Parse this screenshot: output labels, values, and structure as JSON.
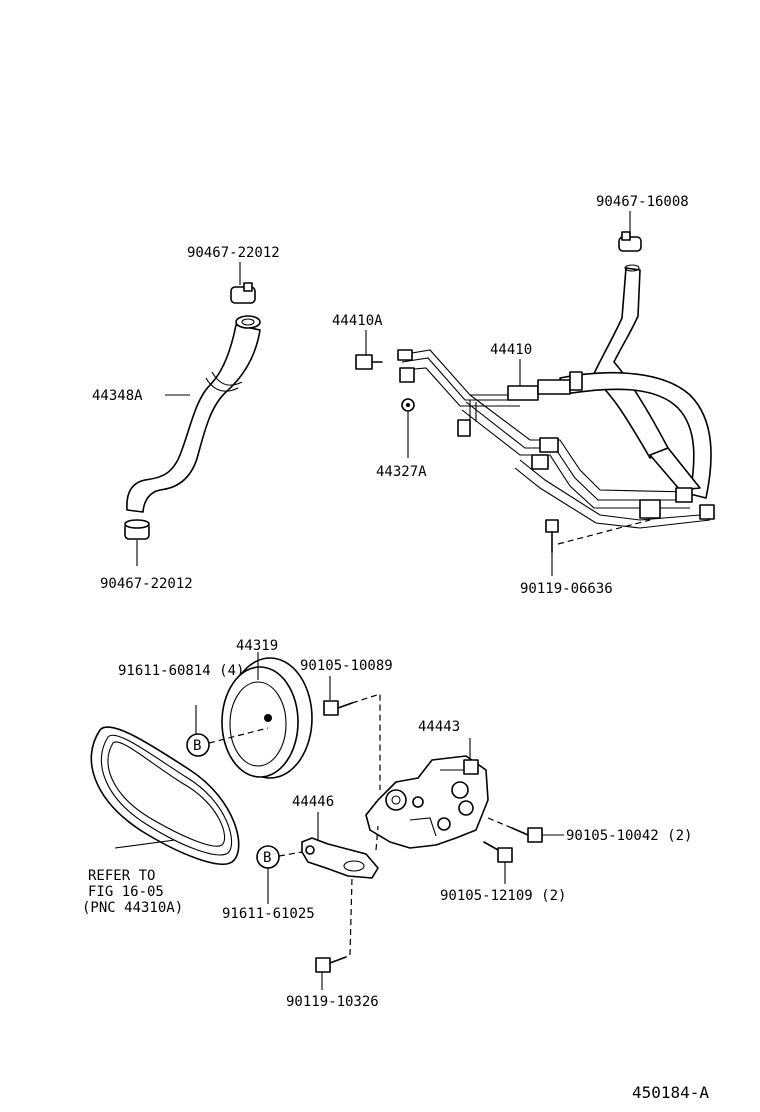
{
  "labels": {
    "hose_clamp_top_right": "90467-16008",
    "hose_clamp_top_left": "90467-22012",
    "suction_hose": "44348A",
    "hose_clamp_bottom_left": "90467-22012",
    "union_bolt": "44410A",
    "pressure_tube": "44410",
    "clamp_44327A": "44327A",
    "bolt_tube_clamp": "90119-06636",
    "pulley": "44319",
    "pulley_bolts": "91611-60814 (4)",
    "bolt_90105_10089": "90105-10089",
    "pump_bracket": "44443",
    "stay_bracket": "44446",
    "bolt_90105_10042": "90105-10042 (2)",
    "bolt_91611_61025": "91611-61025",
    "bolt_90105_12109": "90105-12109 (2)",
    "bolt_90119_10326": "90119-10326",
    "refer_line1": "REFER TO",
    "refer_line2": "FIG 16-05",
    "refer_line3": "(PNC 44310A)",
    "marker_b": "B",
    "figure_id": "450184-A"
  },
  "icons": [
    "hose-clamp",
    "hose",
    "tube",
    "bolt",
    "pulley",
    "v-belt",
    "bracket",
    "reference-marker"
  ]
}
